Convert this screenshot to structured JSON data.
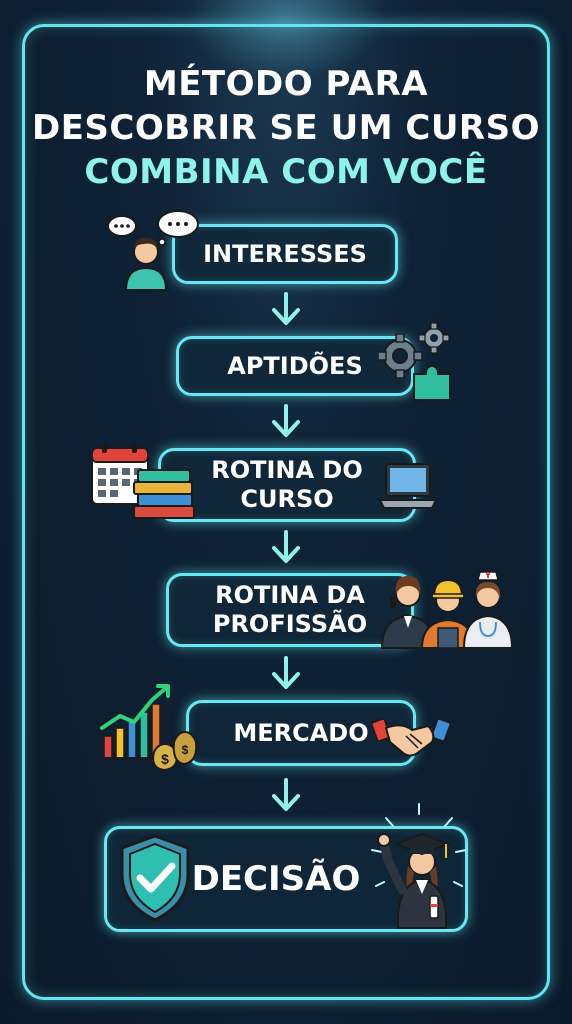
{
  "title": {
    "line1": "MÉTODO PARA",
    "line2": "DESCOBRIR SE UM CURSO",
    "line3": "COMBINA COM VOCÊ"
  },
  "steps": [
    {
      "lines": [
        "INTERESSES"
      ]
    },
    {
      "lines": [
        "APTIDÕES"
      ]
    },
    {
      "lines": [
        "ROTINA DO",
        "CURSO"
      ]
    },
    {
      "lines": [
        "ROTINA DA",
        "PROFISSÃO"
      ]
    },
    {
      "lines": [
        "MERCADO"
      ]
    },
    {
      "lines": [
        "DECISÃO"
      ]
    }
  ],
  "icons": {
    "step1": "thinking-person-icon",
    "step2": "gears-puzzle-icon",
    "step3_left": "calendar-books-icon",
    "step3_right": "laptop-icon",
    "step4": "professionals-icon",
    "step5_left": "growth-chart-money-icon",
    "step5_right": "handshake-icon",
    "step6_left": "shield-check-icon",
    "step6_right": "graduate-icon"
  },
  "colors": {
    "accent": "#66e9f2",
    "title_highlight": "#8ff3ea",
    "background": "#0f2236"
  }
}
